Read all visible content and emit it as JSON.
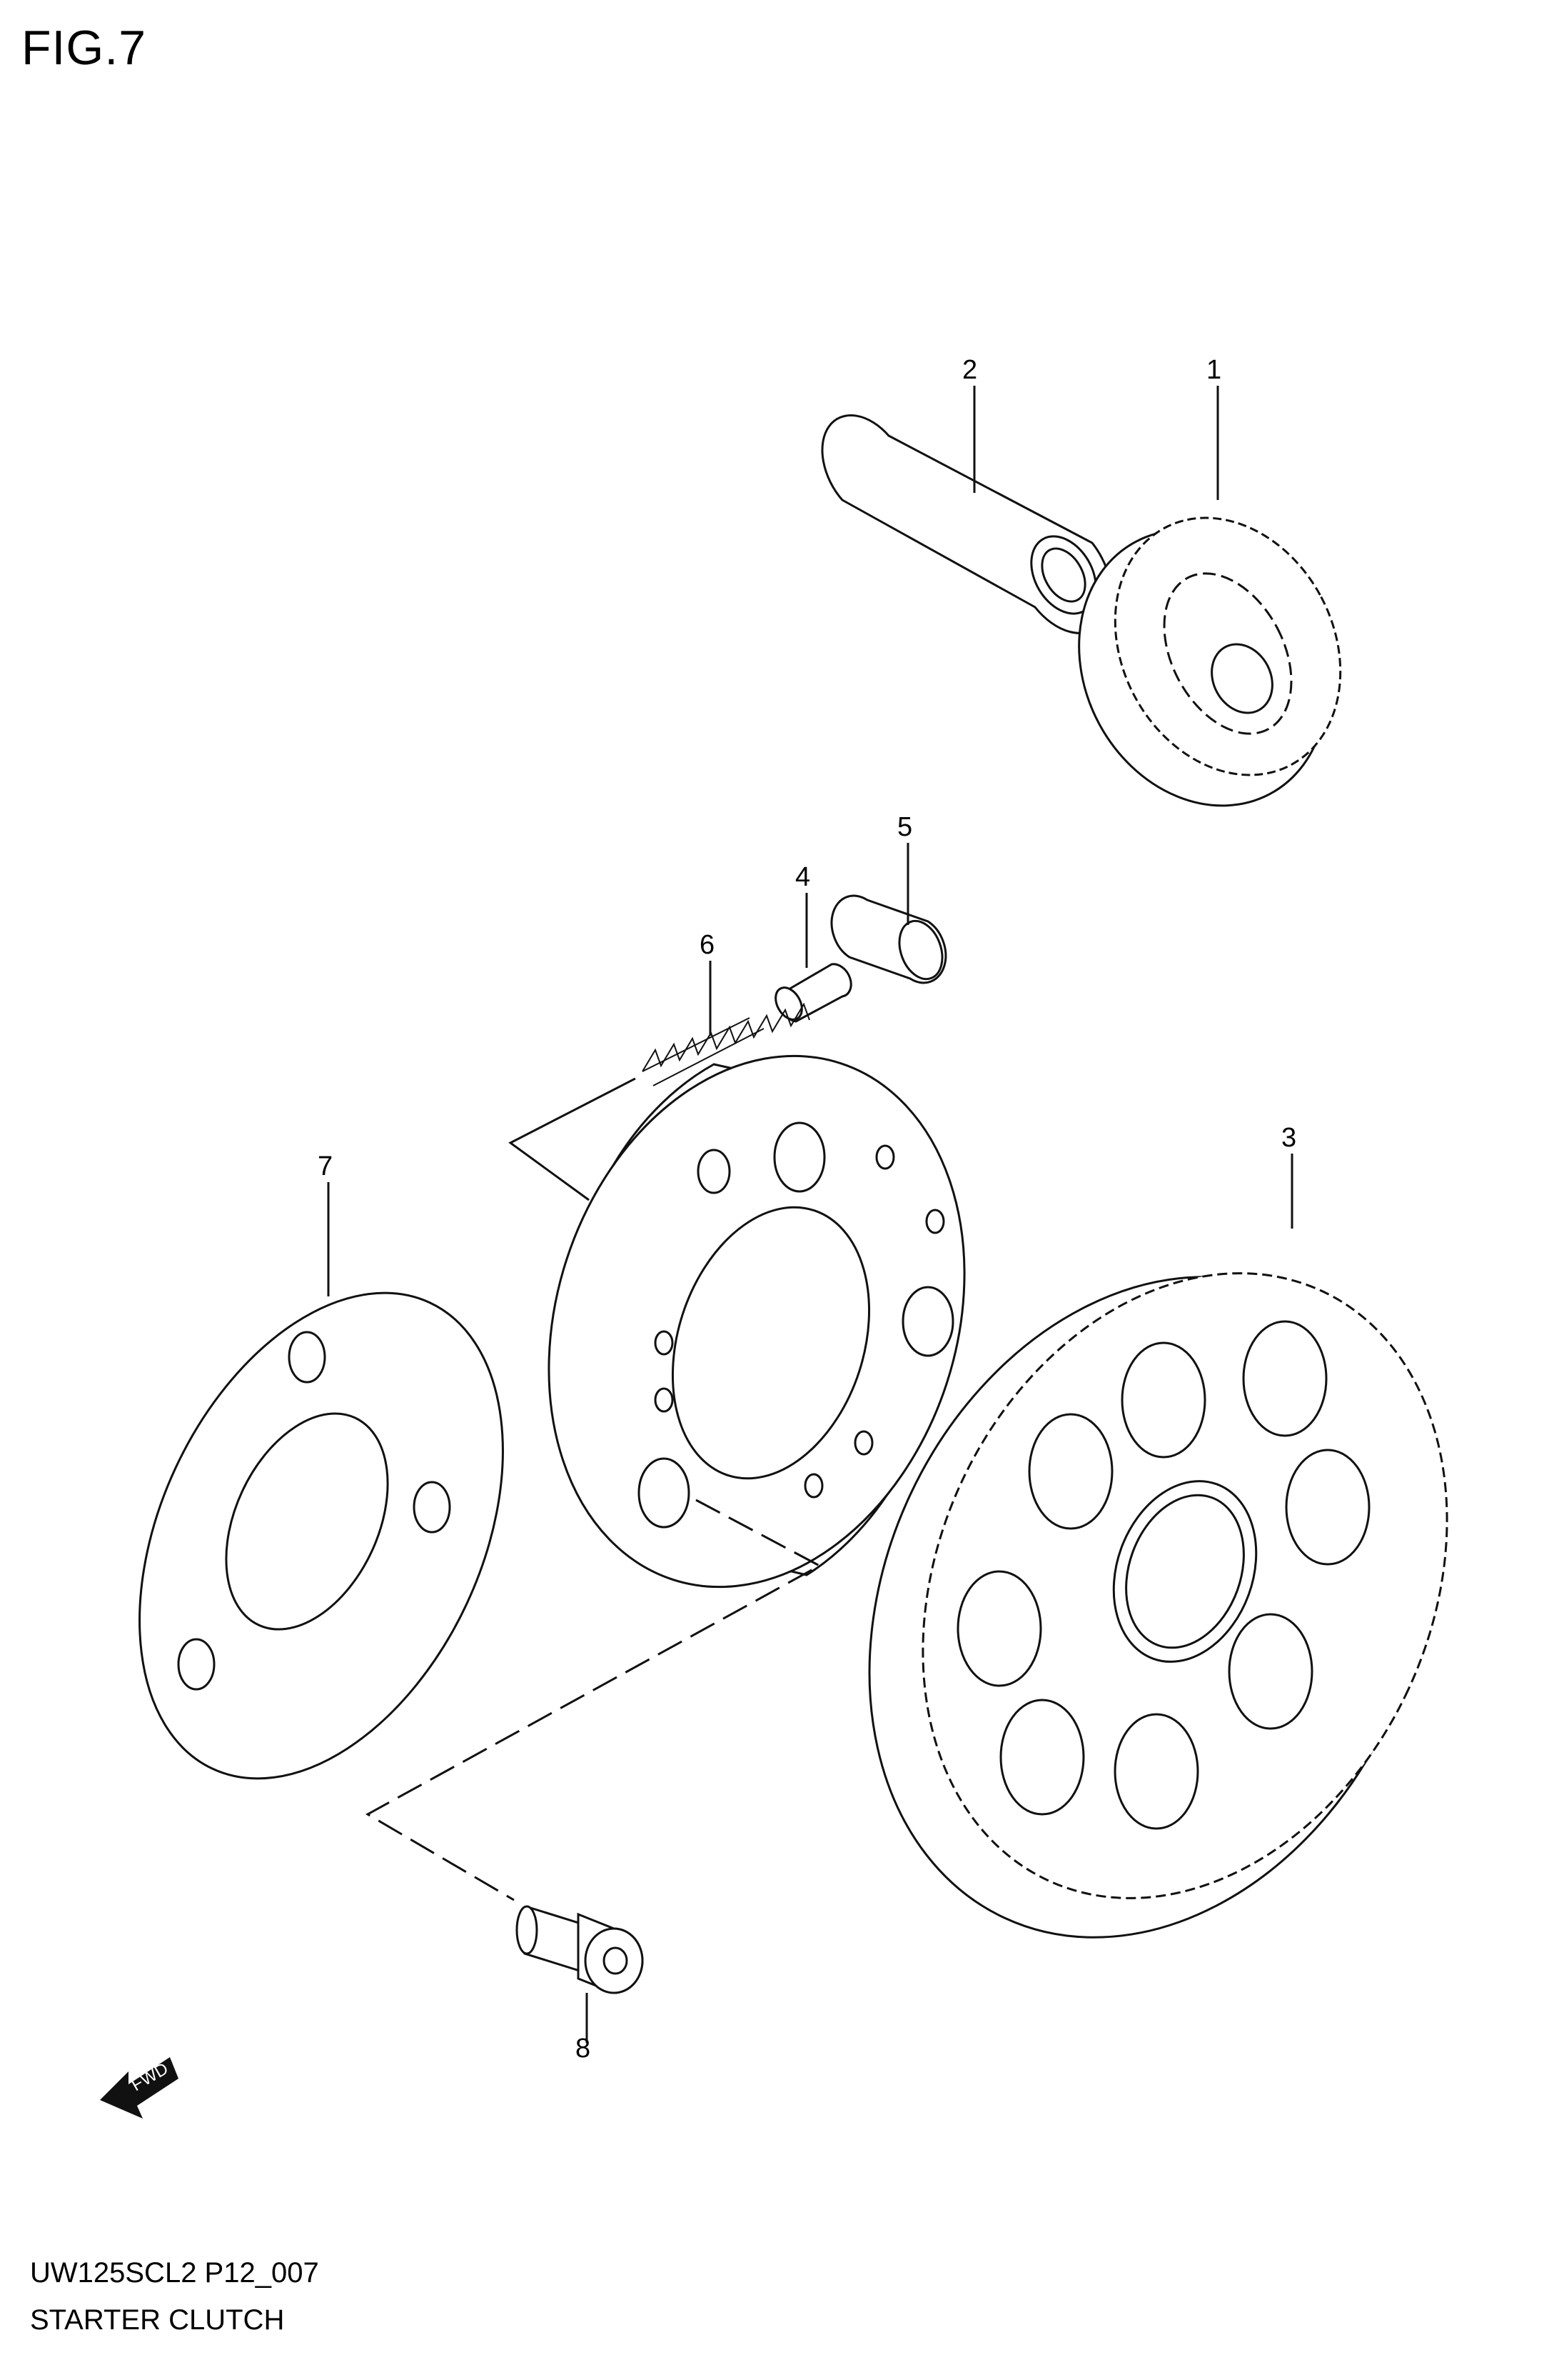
{
  "figure": {
    "title": "FIG.7"
  },
  "footer": {
    "code": "UW125SCL2 P12_007",
    "name": "STARTER CLUTCH"
  },
  "parts": [
    {
      "no": "1",
      "icon": "starter-idle-gear-icon"
    },
    {
      "no": "2",
      "icon": "shaft-icon"
    },
    {
      "no": "3",
      "icon": "starter-driven-gear-icon"
    },
    {
      "no": "4",
      "icon": "roller-pin-icon"
    },
    {
      "no": "5",
      "icon": "roller-icon"
    },
    {
      "no": "6",
      "icon": "spring-icon"
    },
    {
      "no": "7",
      "icon": "plate-icon"
    },
    {
      "no": "8",
      "icon": "bolt-icon"
    }
  ],
  "direction_arrow": {
    "label": "FWD"
  }
}
